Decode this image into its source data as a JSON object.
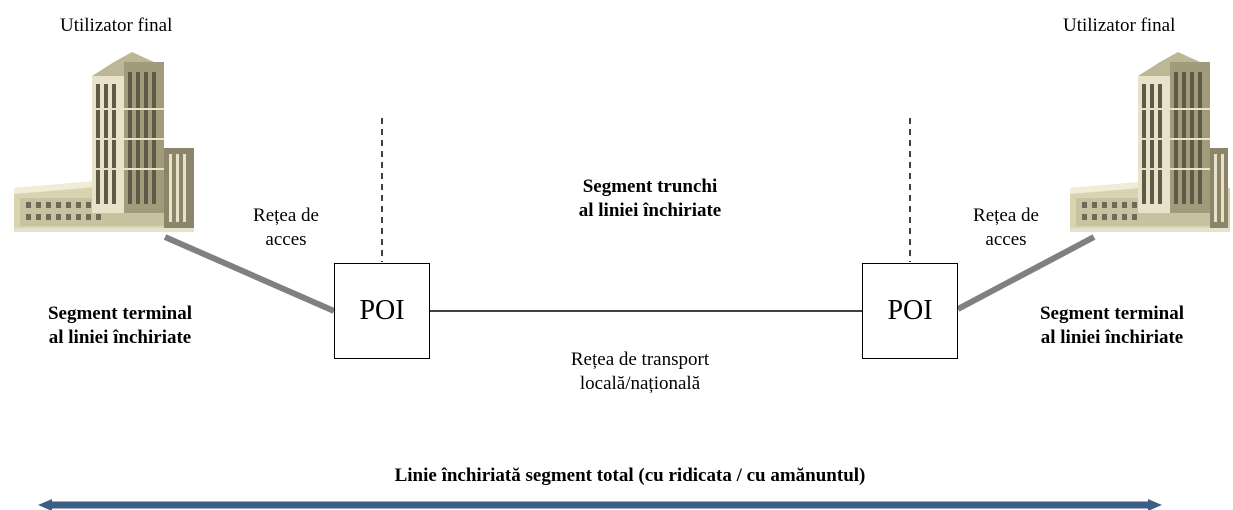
{
  "left": {
    "end_user": "Utilizator final",
    "access_network": [
      "Rețea de",
      "acces"
    ],
    "terminal_segment": [
      "Segment terminal",
      "al liniei închiriate"
    ],
    "poi": "POI"
  },
  "right": {
    "end_user": "Utilizator final",
    "access_network": [
      "Rețea de",
      "acces"
    ],
    "terminal_segment": [
      "Segment terminal",
      "al liniei închiriate"
    ],
    "poi": "POI"
  },
  "trunk_segment": [
    "Segment trunchi",
    "al liniei închiriate"
  ],
  "transport_network": [
    "Rețea de transport",
    "locală/națională"
  ],
  "total_segment": "Linie închiriată segment total (cu ridicata / cu amănuntul)",
  "colors": {
    "arrow": "#3d5f86",
    "access_link": "#808080",
    "building_light": "#e8e3c8",
    "building_mid": "#bdb697",
    "building_dark": "#6f6a55"
  }
}
